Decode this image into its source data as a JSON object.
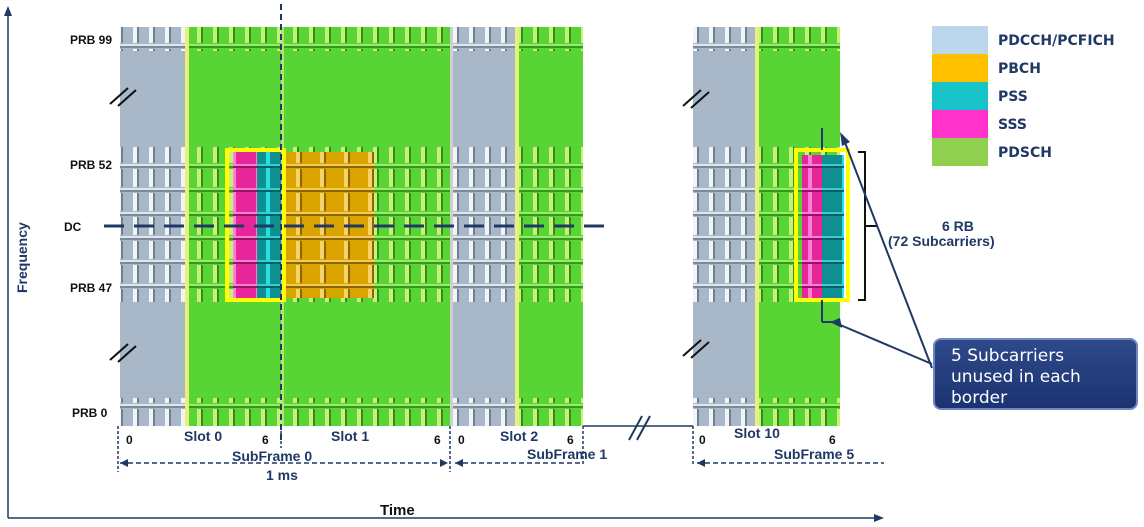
{
  "axes": {
    "y_label": "Frequency",
    "x_label": "Time"
  },
  "prb_labels": {
    "prb99": "PRB 99",
    "prb52": "PRB 52",
    "dc": "DC",
    "prb47": "PRB 47",
    "prb0": "PRB 0"
  },
  "slots": {
    "slot0": "Slot 0",
    "slot1": "Slot 1",
    "slot2": "Slot 2",
    "slot10": "Slot 10"
  },
  "symbol_ticks": {
    "s0_start": "0",
    "s0_end": "6",
    "s1_end": "6",
    "s2_start": "0",
    "s2_end": "6",
    "s10_start": "0",
    "s10_end": "6"
  },
  "subframes": {
    "sf0": "SubFrame 0",
    "sf0_duration": "1 ms",
    "sf1": "SubFrame 1",
    "sf5": "SubFrame 5"
  },
  "legend": [
    {
      "label": "PDCCH/PCFICH",
      "color": "#bcd6ee"
    },
    {
      "label": "PBCH",
      "color": "#ffc000"
    },
    {
      "label": "PSS",
      "color": "#17c3c9"
    },
    {
      "label": "SSS",
      "color": "#ff33cc"
    },
    {
      "label": "PDSCH",
      "color": "#8fd14f"
    }
  ],
  "annotations": {
    "rb_count": "6 RB",
    "subcarriers": "(72 Subcarriers)",
    "callout": "5 Subcarriers unused in each border"
  },
  "colors": {
    "pdcch": "#a9b8c8",
    "pdsch": "#5bdc34",
    "pbch": "#d9a300",
    "pss": "#0f8f8f",
    "sss": "#e8269c",
    "highlight": "#ffff00",
    "navy": "#1f3864"
  }
}
